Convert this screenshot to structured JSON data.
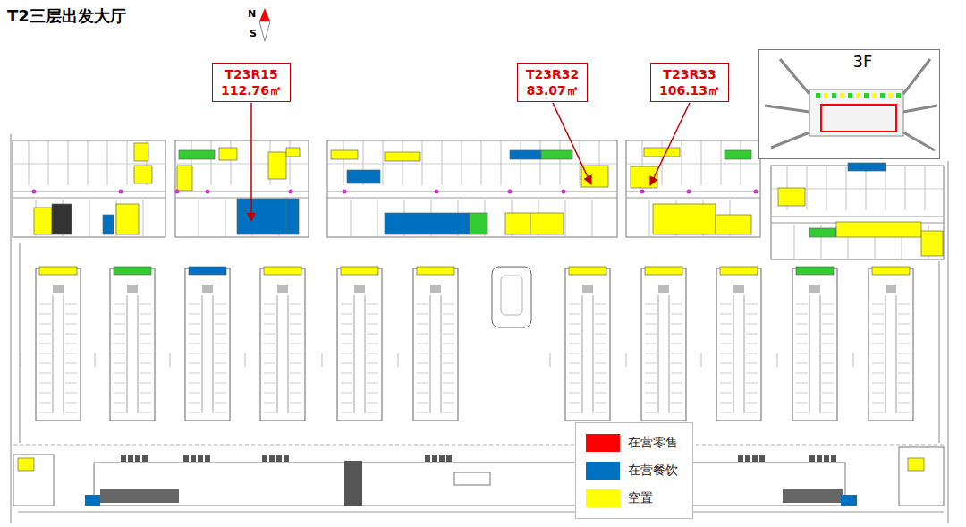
{
  "diagram": {
    "title": "T2三层出发大厅",
    "nodes": [
      {
        "text": [
          "T23R15",
          "112.76㎡"
        ]
      },
      {
        "text": [
          "T23R32",
          "83.07㎡"
        ]
      },
      {
        "text": [
          "T23R33",
          "106.13㎡"
        ]
      },
      {
        "text": [
          "3F"
        ]
      }
    ],
    "labels": [
      "N",
      "S"
    ],
    "legend": [
      {
        "text": "在营零售",
        "color": "#ff0000"
      },
      {
        "text": "在营餐饮",
        "color": "#0070c0"
      },
      {
        "text": "空置",
        "color": "#ffff00"
      }
    ]
  }
}
